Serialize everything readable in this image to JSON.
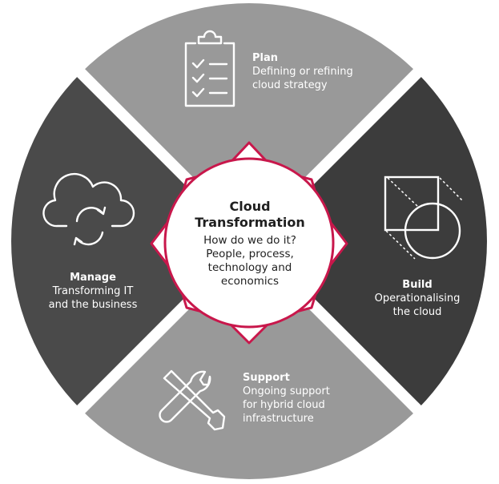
{
  "center": {
    "title_line1": "Cloud",
    "title_line2": "Transformation",
    "subtitle_lines": [
      "How do we do it?",
      "People, process,",
      "technology and",
      "economics"
    ]
  },
  "segments": {
    "plan": {
      "title": "Plan",
      "desc": [
        "Defining or refining",
        "cloud strategy"
      ],
      "icon": "clipboard-checklist-icon"
    },
    "build": {
      "title": "Build",
      "desc": [
        "Operationalising",
        "the cloud"
      ],
      "icon": "square-circle-overlap-icon"
    },
    "support": {
      "title": "Support",
      "desc": [
        "Ongoing support",
        "for hybrid cloud",
        "infrastructure"
      ],
      "icon": "wrench-screwdriver-icon"
    },
    "manage": {
      "title": "Manage",
      "desc": [
        "Transforming IT",
        "and the business"
      ],
      "icon": "cloud-refresh-icon"
    }
  },
  "colors": {
    "light_segment": "#999999",
    "dark_segment": "#4a4a4a",
    "build_segment": "#3c3c3c",
    "gap": "#ffffff",
    "accent": "#c8174b",
    "text_light": "#ffffff",
    "text_dark": "#1f1f1f"
  }
}
